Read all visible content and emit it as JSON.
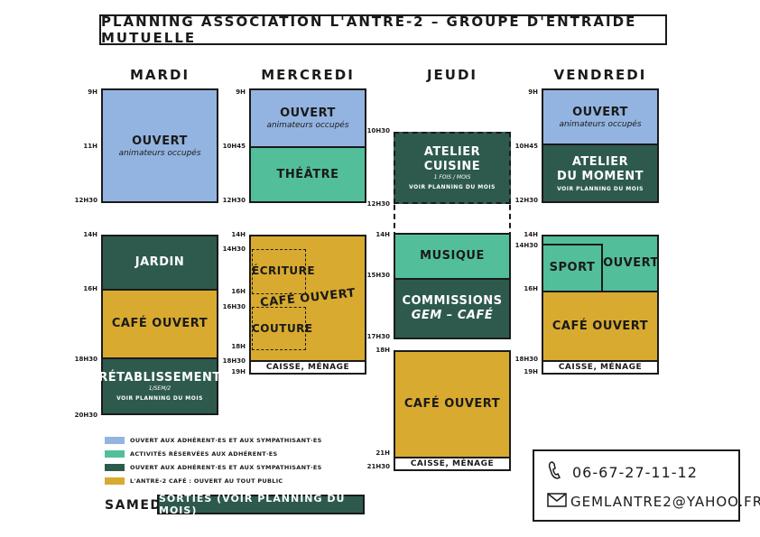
{
  "title": "PLANNING ASSOCIATION L'ANTRE-2 – GROUPE D'ENTRAIDE MUTUELLE",
  "days": {
    "mardi": "MARDI",
    "mercredi": "MERCREDI",
    "jeudi": "JEUDI",
    "vendredi": "VENDREDI"
  },
  "mardi": {
    "times": [
      "9H",
      "11H",
      "12H30",
      "14H",
      "16H",
      "18H30",
      "20H30"
    ],
    "blocks": [
      {
        "label": "OUVERT",
        "sub": "animateurs occupés"
      },
      {
        "label": "JARDIN"
      },
      {
        "label": "CAFÉ OUVERT"
      },
      {
        "label": "RÉTABLISSEMENT",
        "sub": "1/SEM/2",
        "note": "VOIR PLANNING DU MOIS"
      }
    ]
  },
  "mercredi": {
    "times": [
      "9H",
      "10H45",
      "12H30",
      "14H",
      "14H30",
      "16H",
      "16H30",
      "18H",
      "18H30",
      "19H"
    ],
    "blocks": [
      {
        "label": "OUVERT",
        "sub": "animateurs occupés"
      },
      {
        "label": "THÉÂTRE"
      },
      {
        "label": "CAFÉ OUVERT"
      },
      {
        "label": "ÉCRITURE"
      },
      {
        "label": "COUTURE"
      },
      {
        "label": "CAISSE, MÉNAGE"
      }
    ]
  },
  "jeudi": {
    "times": [
      "10H30",
      "12H30",
      "14H",
      "15H30",
      "17H30",
      "18H",
      "21H",
      "21H30"
    ],
    "blocks": [
      {
        "label": "ATELIER CUISINE",
        "sub": "1 FOIS / MOIS",
        "note": "VOIR PLANNING DU MOIS"
      },
      {
        "label": "MUSIQUE"
      },
      {
        "label": "COMMISSIONS",
        "label2": "GEM – CAFÉ"
      },
      {
        "label": "CAFÉ OUVERT"
      },
      {
        "label": "CAISSE, MÉNAGE"
      }
    ]
  },
  "vendredi": {
    "times": [
      "9H",
      "10H45",
      "12H30",
      "14H",
      "14H30",
      "16H",
      "18H30",
      "19H"
    ],
    "blocks": [
      {
        "label": "OUVERT",
        "sub": "animateurs occupés"
      },
      {
        "label": "ATELIER",
        "label2": "DU MOMENT",
        "note": "VOIR PLANNING DU MOIS"
      },
      {
        "label": "SPORT"
      },
      {
        "label": "OUVERT"
      },
      {
        "label": "CAFÉ OUVERT"
      },
      {
        "label": "CAISSE, MÉNAGE"
      }
    ]
  },
  "legend": [
    {
      "color": "#93b4e0",
      "text": "OUVERT AUX ADHÉRENT·ES ET AUX SYMPATHISANT·ES"
    },
    {
      "color": "#52bf9a",
      "text": "ACTIVITÉS RÉSERVÉES AUX ADHÉRENT·ES"
    },
    {
      "color": "#2e5a4e",
      "text": "OUVERT AUX ADHÉRENT·ES ET AUX SYMPATHISANT·ES"
    },
    {
      "color": "#d8aa2f",
      "text": "L'ANTRE-2 CAFÉ : OUVERT AU TOUT PUBLIC"
    }
  ],
  "samedi": {
    "label": "SAMEDI",
    "value": "SORTIES (VOIR PLANNING DU MOIS)"
  },
  "contact": {
    "phone": "06-67-27-11-12",
    "email": "GEMLANTRE2@YAHOO.FR",
    "phone_icon": "phone-icon",
    "email_icon": "envelope-icon"
  }
}
